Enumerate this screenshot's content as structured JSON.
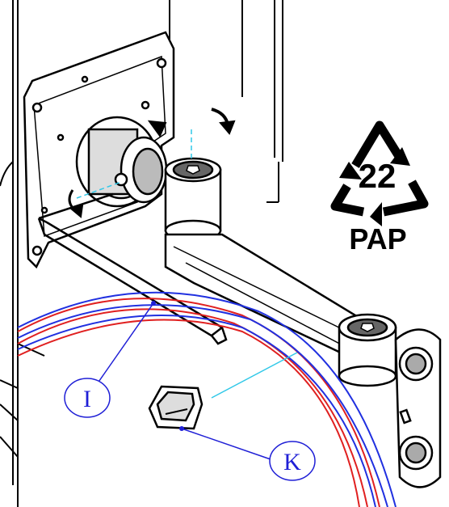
{
  "recycling_symbol": {
    "number": "22",
    "code": "PAP"
  },
  "callouts": [
    {
      "label": "I"
    },
    {
      "label": "K"
    }
  ],
  "colors": {
    "line_art": "#000000",
    "callout_blue": "#1f1fd6",
    "cable_red": "#e02020",
    "cable_blue": "#2030e0",
    "leader_cyan": "#30c8e8"
  }
}
